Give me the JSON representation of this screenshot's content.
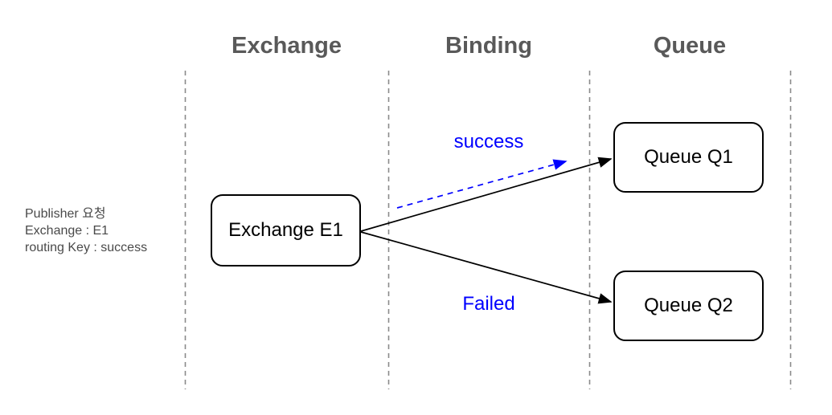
{
  "columns": [
    {
      "label": "Exchange"
    },
    {
      "label": "Binding"
    },
    {
      "label": "Queue"
    }
  ],
  "note": {
    "lines": [
      "Publisher 요청",
      "Exchange : E1",
      "routing Key : success"
    ]
  },
  "nodes": [
    {
      "id": "exchange-e1",
      "label": "Exchange E1"
    },
    {
      "id": "queue-q1",
      "label": "Queue Q1"
    },
    {
      "id": "queue-q2",
      "label": "Queue Q2"
    }
  ],
  "edges": [
    {
      "from": "exchange-e1",
      "to": "queue-q1",
      "label": "success",
      "style": "black-solid + blue-dashed-overlay"
    },
    {
      "from": "exchange-e1",
      "to": "queue-q2",
      "label": "Failed",
      "style": "black-solid"
    }
  ],
  "colors": {
    "background": "#ffffff",
    "header_text": "#595959",
    "note_text": "#4a4a4a",
    "node_border": "#000000",
    "node_text": "#000000",
    "edge_color": "#000000",
    "edge_accent": "#0000ff",
    "lane_divider": "#8a8a8a"
  }
}
